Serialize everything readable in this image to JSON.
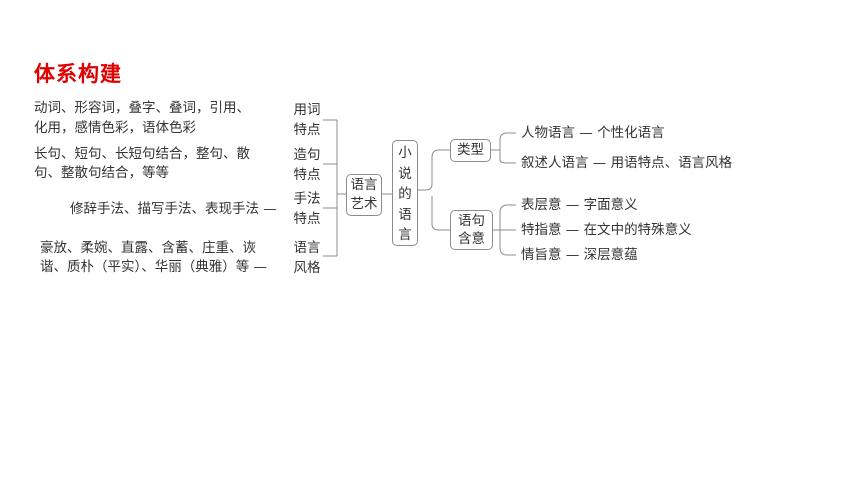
{
  "title": "体系构建",
  "left_items": [
    {
      "line1": "动词、形容词，叠字、叠词，引用、",
      "line2": "化用，感情色彩，语体色彩",
      "dash": "",
      "label1": "用词",
      "label2": "特点"
    },
    {
      "line1": "长句、短句、长短句结合，整句、散",
      "line2": "句、整散句结合，等等",
      "dash": "",
      "label1": "造句",
      "label2": "特点"
    },
    {
      "line1": "修辞手法、描写手法、表现手法",
      "line2": "",
      "dash": "—",
      "label1": "手法",
      "label2": "特点"
    },
    {
      "line1": "豪放、柔婉、直露、含蓄、庄重、诙",
      "line2": "谐、质朴（平实）、华丽（典雅）等",
      "dash": "—",
      "label1": "语言",
      "label2": "风格"
    }
  ],
  "center_box": {
    "line1": "语言",
    "line2": "艺术"
  },
  "root_box": {
    "chars": [
      "小",
      "说",
      "的",
      "语",
      "言"
    ]
  },
  "branch_type": {
    "label": "类型",
    "items": [
      "人物语言 — 个性化语言",
      "叙述人语言 — 用语特点、语言风格"
    ]
  },
  "branch_meaning": {
    "line1": "语句",
    "line2": "含意",
    "items": [
      "表层意 — 字面意义",
      "特指意 — 在文中的特殊意义",
      "情旨意 — 深层意蕴"
    ]
  }
}
